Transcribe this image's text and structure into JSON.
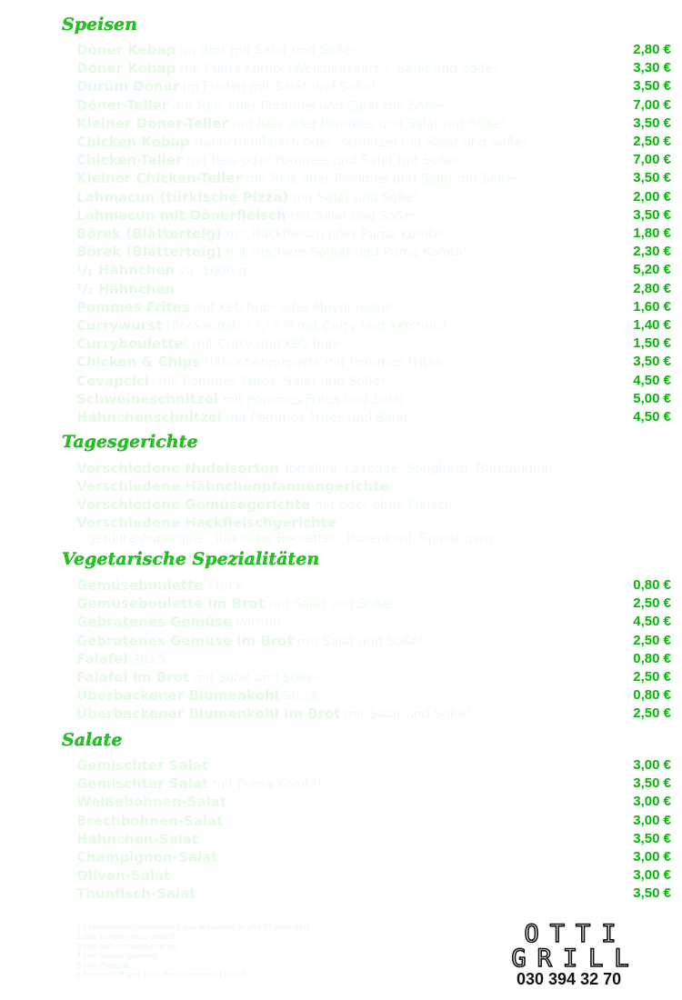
{
  "sections": {
    "speisen": "Speisen",
    "tagesgerichte": "Tagesgerichte",
    "vegetarisch": "Vegetarische Spezialitäten",
    "salate": "Salate"
  },
  "speisen": [
    {
      "name": "Döner Kebap",
      "desc": " im Brot mit Salat und Soße²",
      "price": "2,80 €"
    },
    {
      "name": "Döner Kebap",
      "desc": " mit Puma Kombi (Weichkäseart¹), Salat und Soße²",
      "price": "3,30 €"
    },
    {
      "name": "Dürüm Döner",
      "desc": " im Fladen mit Salat und Soße²",
      "price": "3,50 €"
    },
    {
      "name": "Döner-Teller",
      "desc": " mit Reis oder Pommes und Salat mit Soße²",
      "price": "7,00 €"
    },
    {
      "name": "Kleiner Döner-Teller",
      "desc": " mit Reis oder Pommes und Salat mit Soße²",
      "price": "3,50 €"
    },
    {
      "name": "Chicken Kebap",
      "desc": " Hähnchenfleisch oder -schnitzel mit Salat und Soße²",
      "price": "2,50 €"
    },
    {
      "name": "Chicken-Teller",
      "desc": " mit Reis oder Pommes und Salat mit Soße²",
      "price": "7,00 €"
    },
    {
      "name": "Kleiner Chicken-Teller",
      "desc": " mit Reis oder Pommes und Salat mit Soße²",
      "price": "3,50 €"
    },
    {
      "name": "Lahmacun (türkische Pizza)",
      "desc": " mit Salat und Soße²",
      "price": "2,00 €"
    },
    {
      "name": "Lahmacun mit Dönerfleisch",
      "desc": " mit Salat und Soße²",
      "price": "3,50 €"
    },
    {
      "name": "Börek (Blätterteig)",
      "desc": " mit Hackfleisch oder Puma Kombi¹",
      "price": "1,80 €"
    },
    {
      "name": "Börek (Blätterteig)",
      "desc": " mit frischem Spinat und Puma Kombi¹",
      "price": "2,30 €"
    },
    {
      "name": "¹/₁ Hähnchen",
      "desc": " ca. 1000 g",
      "price": "5,20 €"
    },
    {
      "name": "¹/₂ Hähnchen",
      "desc": "",
      "price": "2,80 €"
    },
    {
      "name": "Pommes Frites",
      "desc": " mit Ketchup² oder Mayonnaise²",
      "price": "1,60 €"
    },
    {
      "name": "Currywurst",
      "desc": " (Bockwurst¹,²,³,⁴,⁵,⁶) mit Curry und Ketchup²",
      "price": "1,40 €"
    },
    {
      "name": "Curryboulette",
      "desc": "⁶ mit Curry und Ketchup²",
      "price": "1,50 €"
    },
    {
      "name": "Chicken & Chips",
      "desc": " Hähnchennuggets mit Pommes Frites",
      "price": "3,50 €"
    },
    {
      "name": "Cevapcici",
      "desc": "⁶ mit Pommes Frites, Salat und Soße²",
      "price": "4,50 €"
    },
    {
      "name": "Schweineschnitzel",
      "desc": " mit Pommes Frites und Salat",
      "price": "5,00 €"
    },
    {
      "name": "Hähnchenschnitzel",
      "desc": " mit Pommes Frites und Salat",
      "price": "4,50 €"
    }
  ],
  "tagesgerichte": [
    {
      "name": "Verschiedene Nudelsorten",
      "desc": " Tortellini, Lasagne, Spaghetti, Bandnudeln"
    },
    {
      "name": "Verschiedene Hähnchenpfannengerichte",
      "desc": ""
    },
    {
      "name": "Verschiedene Gemüsegerichte",
      "desc": " mit oder ohne Fleisch"
    },
    {
      "name": "Verschiedene Hackfleischgerichte",
      "desc": ""
    }
  ],
  "tages_sub": "gefüllte Aubergine, Türkische Bouletten, Rosenkohl, Spinat uvm.",
  "vegetarisch": [
    {
      "name": "Gemüseboulette",
      "desc": " Stück",
      "price": "0,80 €"
    },
    {
      "name": "Gemüseboulette im Brot",
      "desc": " mit Salat und Soße²",
      "price": "2,50 €"
    },
    {
      "name": "Gebratenes Gemüse",
      "desc": " Portion",
      "price": "4,50 €"
    },
    {
      "name": "Gebratenes Gemüse im Brot",
      "desc": " mit Salat und Soße²",
      "price": "2,50 €"
    },
    {
      "name": "Falafel",
      "desc": " Stück",
      "price": "0,80 €"
    },
    {
      "name": "Falafel im Brot",
      "desc": " mit Salat und Soße²",
      "price": "2,50 €"
    },
    {
      "name": "Überbackener Blumenkohl",
      "desc": " Stück",
      "price": "0,80 €"
    },
    {
      "name": "Überbackener Blumenkohl im Brot",
      "desc": " mit Salat und Soße²",
      "price": "2,50 €"
    }
  ],
  "salate": [
    {
      "name": "Gemischter Salat",
      "desc": "",
      "price": "3,00 €"
    },
    {
      "name": "Gemischter Salat",
      "desc": " mit Puma Kombi¹",
      "price": "3,50 €"
    },
    {
      "name": "Weißebohnen-Salat",
      "desc": "",
      "price": "3,00 €"
    },
    {
      "name": "Brechbohnen-Salat",
      "desc": "",
      "price": "3,00 €"
    },
    {
      "name": "Hähnchen-Salat",
      "desc": "",
      "price": "3,50 €"
    },
    {
      "name": "Champignon-Salat",
      "desc": "",
      "price": "3,00 €"
    },
    {
      "name": "Oliven-Salat",
      "desc": "",
      "price": "3,00 €"
    },
    {
      "name": "Thunfisch-Salat",
      "desc": "",
      "price": "3,50 €"
    }
  ],
  "footnotes": [
    "1 Lebensmittelzubereitung aus Magermilch und Pflanzenfett",
    "2 mit Konservierungsstoff",
    "3 mit Antioxidationsmittel",
    "4 mit Süssungsmittel",
    "5 mit Phospat",
    "6 hergestellt aus fein, zerkleinertem Fleisch"
  ],
  "logo": {
    "line1": "OTTI",
    "line2": "GRILL"
  },
  "phone": "030 394 32 70"
}
